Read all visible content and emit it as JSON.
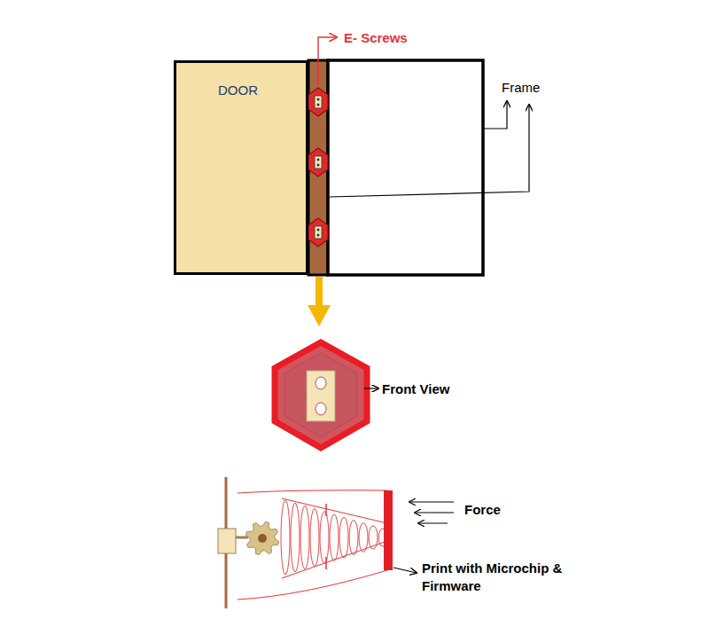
{
  "diagram": {
    "nodes": [
      {
        "text": [
          "DOOR"
        ]
      }
    ],
    "labels": [
      "E- Screws",
      "Frame",
      "Front View",
      "Force",
      "Print with Microchip & Firmware"
    ]
  }
}
